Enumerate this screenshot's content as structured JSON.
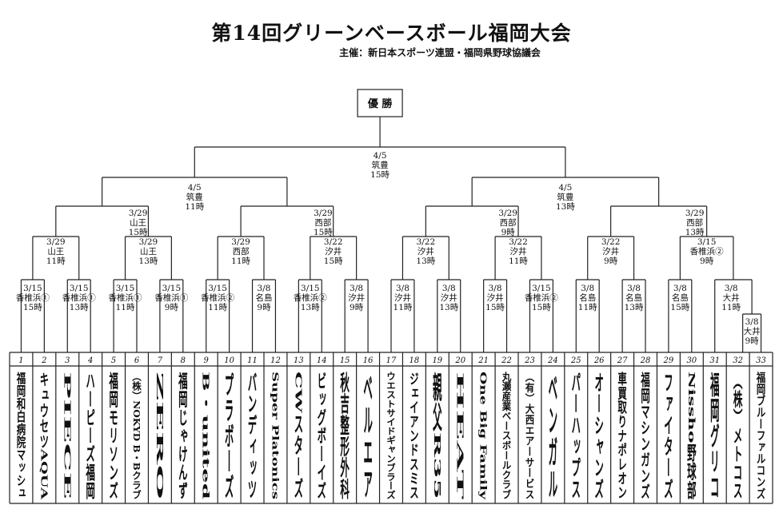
{
  "header": {
    "title": "第14回グリーンベースボール福岡大会",
    "subtitle": "主催：新日本スポーツ連盟・福岡県野球協議会"
  },
  "champion_label": "優 勝",
  "teams": [
    "福岡和白病院マッシュ",
    "キュウセツAQUA",
    "PIECE",
    "ハーピーズ福岡",
    "福岡モリソンズ",
    "（株）NOKYD B・Bクラブ",
    "ZERO",
    "福岡じゃけんず",
    "B・united",
    "プラボーズ",
    "バンディッツ",
    "Super Platonics",
    "CWスターズ",
    "ビッグボーイズ",
    "秋吉整形外科",
    "ベルエア",
    "ウエストサイドギャンブラーズ",
    "ジェイアンドスミス",
    "親父R35",
    "HEAT",
    "One Big Family",
    "丸瀬産業ベースボールクラブ",
    "（有）大西エアーサービス",
    "ベンガル",
    "パーハップス",
    "オーシャンズ",
    "車買取りナポレオン",
    "福岡マシンガンズ",
    "ファイターズ",
    "Nissho野球部",
    "福岡グリコ",
    "（株）メトコス",
    "福岡ブルーファルコンズ"
  ],
  "matches": [
    {
      "id": "m1",
      "date": "3/15",
      "venue": "香椎浜①",
      "time": "15時"
    },
    {
      "id": "m2",
      "date": "3/15",
      "venue": "香椎浜①",
      "time": "13時"
    },
    {
      "id": "m3",
      "date": "3/15",
      "venue": "香椎浜①",
      "time": "11時"
    },
    {
      "id": "m4",
      "date": "3/15",
      "venue": "香椎浜①",
      "time": "9時"
    },
    {
      "id": "m5",
      "date": "3/15",
      "venue": "香椎浜②",
      "time": "11時"
    },
    {
      "id": "m6",
      "date": "3/8",
      "venue": "名島",
      "time": "9時"
    },
    {
      "id": "m7",
      "date": "3/15",
      "venue": "香椎浜②",
      "time": "13時"
    },
    {
      "id": "m8",
      "date": "3/8",
      "venue": "汐井",
      "time": "9時"
    },
    {
      "id": "m9",
      "date": "3/8",
      "venue": "汐井",
      "time": "11時"
    },
    {
      "id": "m10",
      "date": "3/8",
      "venue": "汐井",
      "time": "13時"
    },
    {
      "id": "m11",
      "date": "3/8",
      "venue": "汐井",
      "time": "15時"
    },
    {
      "id": "m12",
      "date": "3/15",
      "venue": "香椎浜②",
      "time": "15時"
    },
    {
      "id": "m13",
      "date": "3/8",
      "venue": "名島",
      "time": "11時"
    },
    {
      "id": "m14",
      "date": "3/8",
      "venue": "名島",
      "time": "13時"
    },
    {
      "id": "m15",
      "date": "3/8",
      "venue": "名島",
      "time": "15時"
    },
    {
      "id": "m16",
      "date": "3/8",
      "venue": "大井",
      "time": "11時"
    },
    {
      "id": "m17",
      "date": "3/8",
      "venue": "大井",
      "time": "9時"
    },
    {
      "id": "r2a",
      "date": "3/29",
      "venue": "山王",
      "time": "11時"
    },
    {
      "id": "r2b",
      "date": "3/29",
      "venue": "山王",
      "time": "13時"
    },
    {
      "id": "r2c",
      "date": "3/29",
      "venue": "西部",
      "time": "11時"
    },
    {
      "id": "r2d",
      "date": "3/22",
      "venue": "汐井",
      "time": "15時"
    },
    {
      "id": "r2e",
      "date": "3/22",
      "venue": "汐井",
      "time": "13時"
    },
    {
      "id": "r2f",
      "date": "3/22",
      "venue": "汐井",
      "time": "11時"
    },
    {
      "id": "r2g",
      "date": "3/22",
      "venue": "汐井",
      "time": "9時"
    },
    {
      "id": "r2h",
      "date": "3/15",
      "venue": "香椎浜②",
      "time": "9時"
    },
    {
      "id": "r3a",
      "date": "3/29",
      "venue": "山王",
      "time": "15時"
    },
    {
      "id": "r3b",
      "date": "3/29",
      "venue": "西部",
      "time": "15時"
    },
    {
      "id": "r3c",
      "date": "3/29",
      "venue": "西部",
      "time": "9時"
    },
    {
      "id": "r3d",
      "date": "3/29",
      "venue": "西部",
      "time": "13時"
    },
    {
      "id": "sfa",
      "date": "4/5",
      "venue": "筑豊",
      "time": "11時"
    },
    {
      "id": "sfb",
      "date": "4/5",
      "venue": "筑豊",
      "time": "13時"
    },
    {
      "id": "final",
      "date": "4/5",
      "venue": "筑豊",
      "time": "15時"
    }
  ]
}
